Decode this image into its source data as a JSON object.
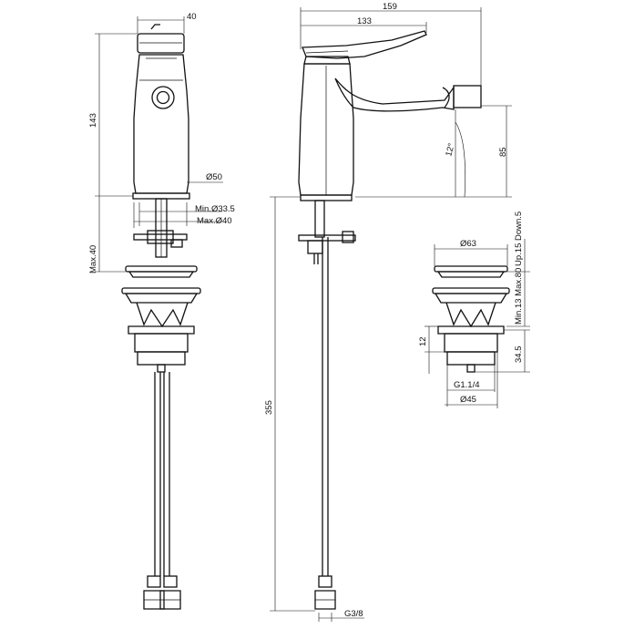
{
  "front_view": {
    "top_width": "40",
    "height": "143",
    "body_diameter": "Ø50",
    "hole_min": "Min.Ø33.5",
    "hole_max": "Max.Ø40",
    "deck_max": "Max.40"
  },
  "side_view": {
    "overall_width": "159",
    "lever_width": "133",
    "spout_angle": "12°",
    "spout_height": "85",
    "hose_length": "355",
    "thread": "G3/8"
  },
  "waste_view": {
    "cap_diameter": "Ø63",
    "lift": "Up.15 Down.5",
    "clamp_range": "Min.13 Max.80",
    "flange_height": "12",
    "body_height": "34.5",
    "thread": "G1.1/4",
    "base_diameter": "Ø45"
  }
}
